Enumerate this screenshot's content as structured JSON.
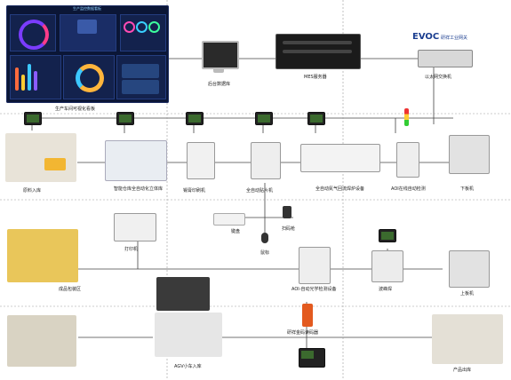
{
  "brand": {
    "name": "EVOC",
    "slogan": "研祥工业网关"
  },
  "dashboard": {
    "title": "生产监控数据看板",
    "caption": "生产车间可视化看板"
  },
  "nodes": {
    "backend_pc": "后台数据库",
    "mes_server": "MES服务器",
    "switch": "以太网交换机",
    "raw_storage": "原料入库",
    "smart_storage": "智能仓库全自动化立体库",
    "printer_stencil": "锡膏印刷机",
    "pick_place": "全自动贴片机",
    "reflow": "全自动氮气回流焊炉设备",
    "aoi_online": "AOI在线自动检测",
    "unloader": "下板机",
    "keyboard": "键盘",
    "scanner": "扫码枪",
    "mouse": "鼠标",
    "printer": "打印机",
    "semi_area": "成品包装区",
    "aoi_optical": "AOI-自动光学检测设备",
    "wave_solder": "波峰焊",
    "loader": "上板机",
    "scan_module": "研祥金码读码器",
    "agv": "AGV小车入库",
    "finished": "产品出库"
  }
}
